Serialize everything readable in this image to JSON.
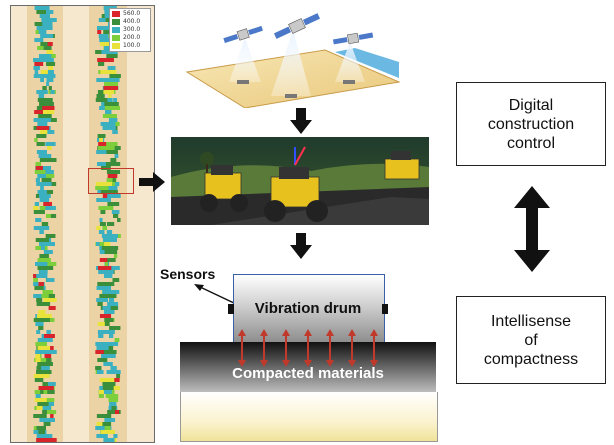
{
  "map": {
    "legend": [
      {
        "label": "560.0",
        "color": "#d8242a"
      },
      {
        "label": "400.0",
        "color": "#3b8f3b"
      },
      {
        "label": "300.0",
        "color": "#3ab0c0"
      },
      {
        "label": "200.0",
        "color": "#7ccf3a"
      },
      {
        "label": "100.0",
        "color": "#e8e23a"
      }
    ]
  },
  "boxes": {
    "digital": "Digital\nconstruction\ncontrol",
    "intellisense": "Intellisense\nof\ncompactness"
  },
  "drum": {
    "sensors_label": "Sensors",
    "drum_label": "Vibration drum",
    "materials_label": "Compacted materials"
  },
  "colors": {
    "arrow": "#111111",
    "force_arrow": "#c0392b",
    "drum_border": "#3a5fa8"
  }
}
